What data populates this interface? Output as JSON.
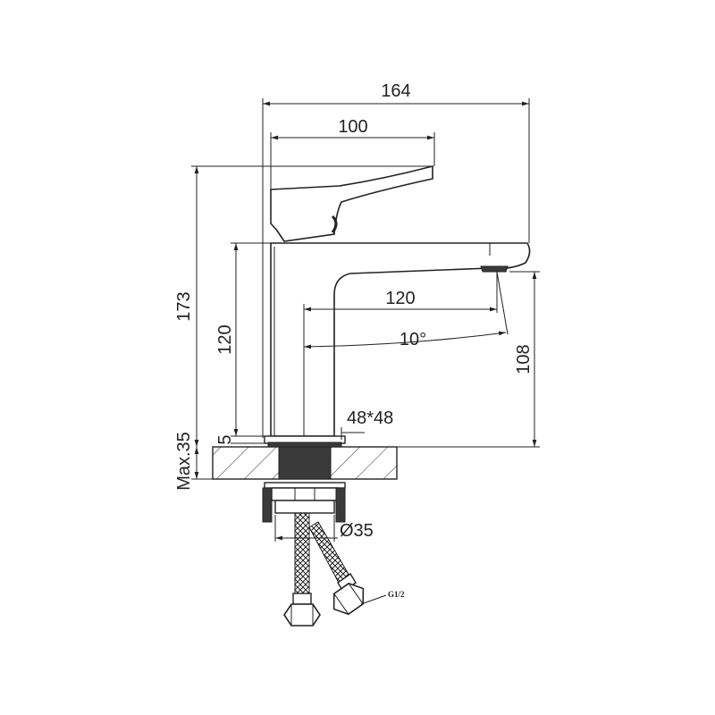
{
  "dimensions": {
    "total_width": "164",
    "handle_length": "100",
    "total_height": "173",
    "spout_height": "120",
    "spout_reach": "120",
    "angle": "10°",
    "outlet_height": "108",
    "base_size": "48*48",
    "base_thickness": "5",
    "max_counter": "Max.35",
    "shank_diameter": "Ø35",
    "thread": "G1/2"
  },
  "colors": {
    "line": "#222222",
    "fill_dark": "#3a3a3a",
    "hatch": "#444444"
  }
}
